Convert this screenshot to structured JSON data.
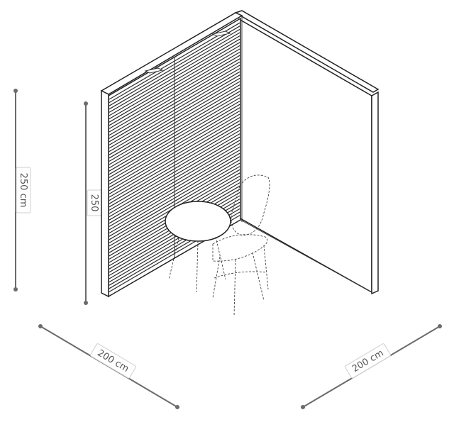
{
  "dimensions": {
    "outer_height": "250 cm",
    "inner_height": "250",
    "width_left": "200 cm",
    "width_right": "200 cm"
  },
  "colors": {
    "dimension_line": "#6b6b6b",
    "panel_stroke": "#222222",
    "background": "#ffffff"
  },
  "objects": {
    "panel_left": "slatted-acoustic-panel",
    "panel_right": "plain-wall-panel",
    "table": "round-high-table",
    "chair": "high-chair"
  }
}
